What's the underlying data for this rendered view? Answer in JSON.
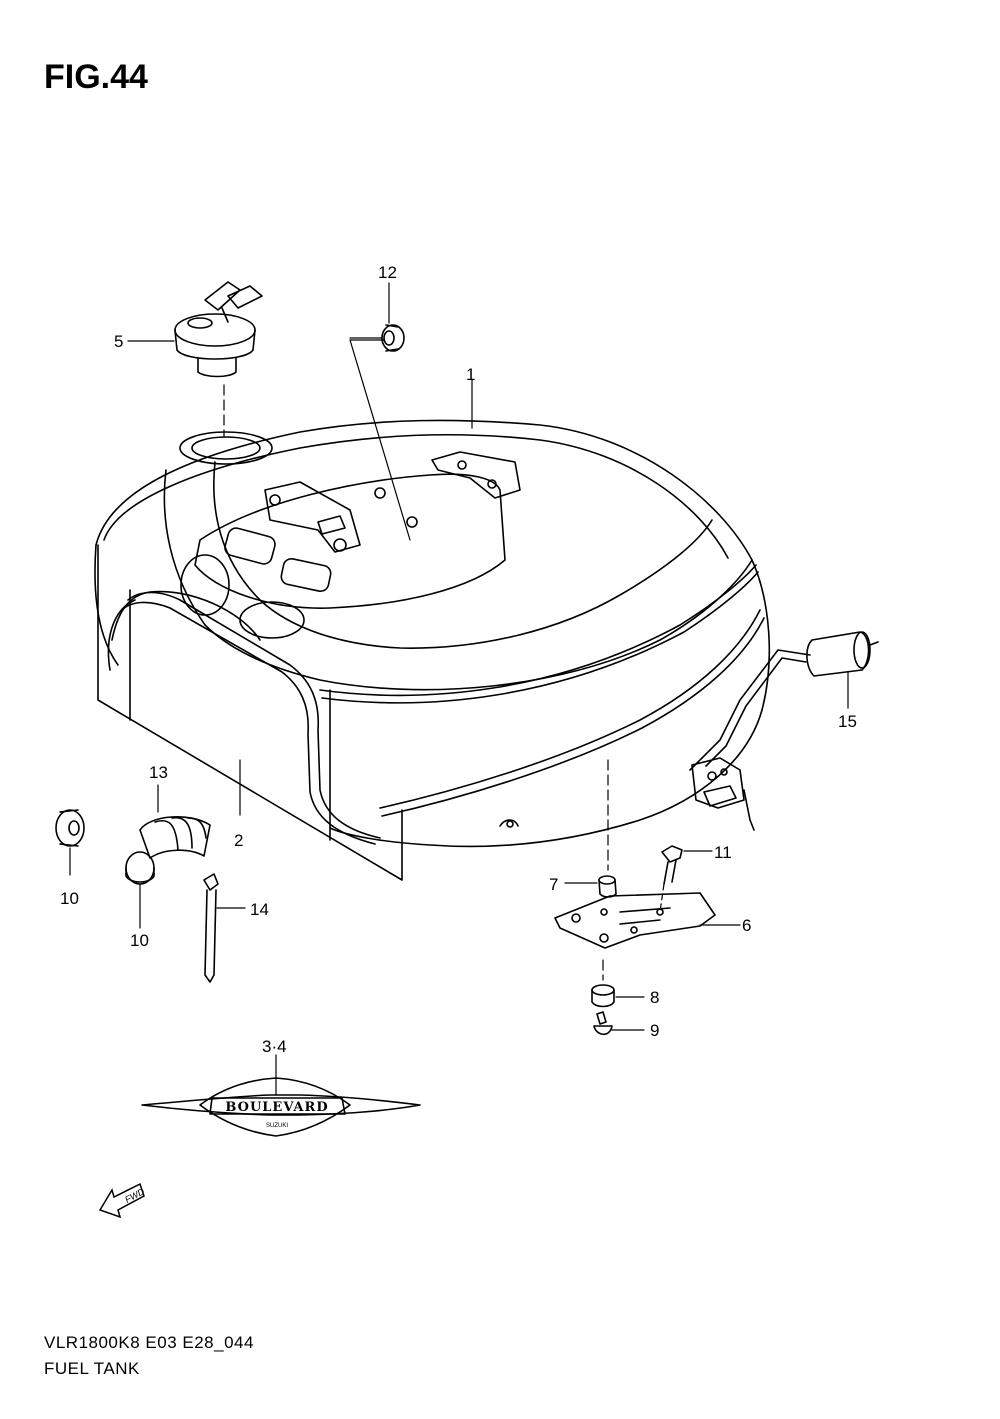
{
  "figure": {
    "title": "FIG.44",
    "code": "VLR1800K8 E03 E28_044",
    "name": "FUEL TANK"
  },
  "callouts": [
    {
      "id": "1",
      "label": "1"
    },
    {
      "id": "2",
      "label": "2"
    },
    {
      "id": "3-4",
      "label": "3·4"
    },
    {
      "id": "5",
      "label": "5"
    },
    {
      "id": "6",
      "label": "6"
    },
    {
      "id": "7",
      "label": "7"
    },
    {
      "id": "8",
      "label": "8"
    },
    {
      "id": "9",
      "label": "9"
    },
    {
      "id": "10a",
      "label": "10"
    },
    {
      "id": "10b",
      "label": "10"
    },
    {
      "id": "11",
      "label": "11"
    },
    {
      "id": "12",
      "label": "12"
    },
    {
      "id": "13",
      "label": "13"
    },
    {
      "id": "14",
      "label": "14"
    },
    {
      "id": "15",
      "label": "15"
    }
  ],
  "emblem": {
    "text": "BOULEVARD",
    "subtext": "SUZUKI"
  },
  "direction_marker": {
    "text": "FWD",
    "icon": "fwd-arrow-icon"
  }
}
